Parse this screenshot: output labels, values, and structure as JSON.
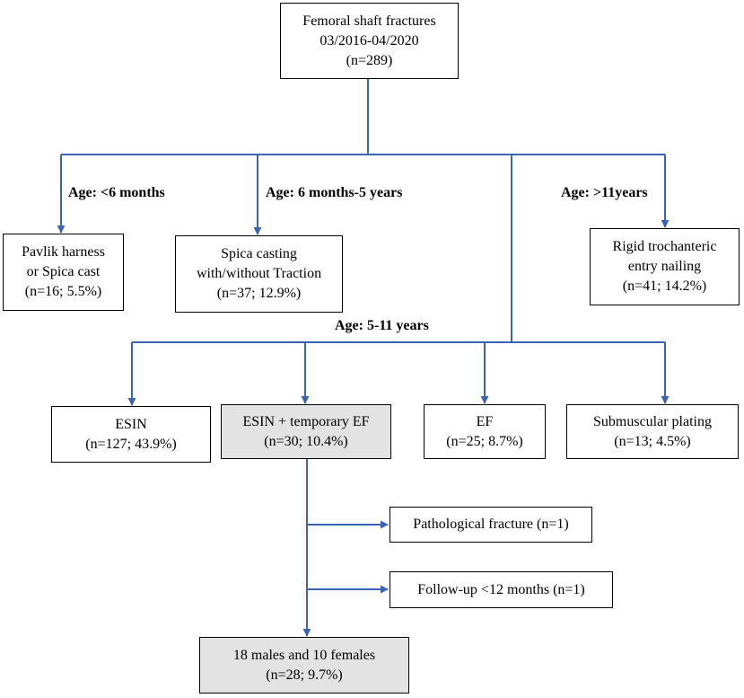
{
  "colors": {
    "line": "#3a62b5",
    "box_border": "#000000",
    "grey_fill": "#e3e3e3"
  },
  "root": {
    "lines": [
      "Femoral shaft fractures",
      "03/2016-04/2020",
      "(n=289)"
    ]
  },
  "age_labels": {
    "under6m": "Age: <6 months",
    "m6_to_5y": "Age: 6 months-5 years",
    "over11": "Age: >11years",
    "y5_to_11": "Age: 5-11 years"
  },
  "boxes": {
    "pavlik": {
      "lines": [
        "Pavlik harness",
        "or Spica cast",
        "(n=16; 5.5%)"
      ]
    },
    "spica": {
      "lines": [
        "Spica casting",
        "with/without Traction",
        "(n=37; 12.9%)"
      ]
    },
    "rigid": {
      "lines": [
        "Rigid trochanteric",
        "entry nailing",
        "(n=41; 14.2%)"
      ]
    },
    "esin": {
      "lines": [
        "ESIN",
        "(n=127; 43.9%)"
      ]
    },
    "esin_ef": {
      "lines": [
        "ESIN + temporary EF",
        "(n=30; 10.4%)"
      ]
    },
    "ef": {
      "lines": [
        "EF",
        "(n=25; 8.7%)"
      ]
    },
    "plating": {
      "lines": [
        "Submuscular plating",
        "(n=13; 4.5%)"
      ]
    },
    "exclusion1": {
      "lines": [
        "Pathological fracture (n=1)"
      ]
    },
    "exclusion2": {
      "lines": [
        "Follow-up <12 months (n=1)"
      ]
    },
    "final": {
      "lines": [
        "18 males and 10 females",
        "(n=28; 9.7%)"
      ]
    }
  }
}
